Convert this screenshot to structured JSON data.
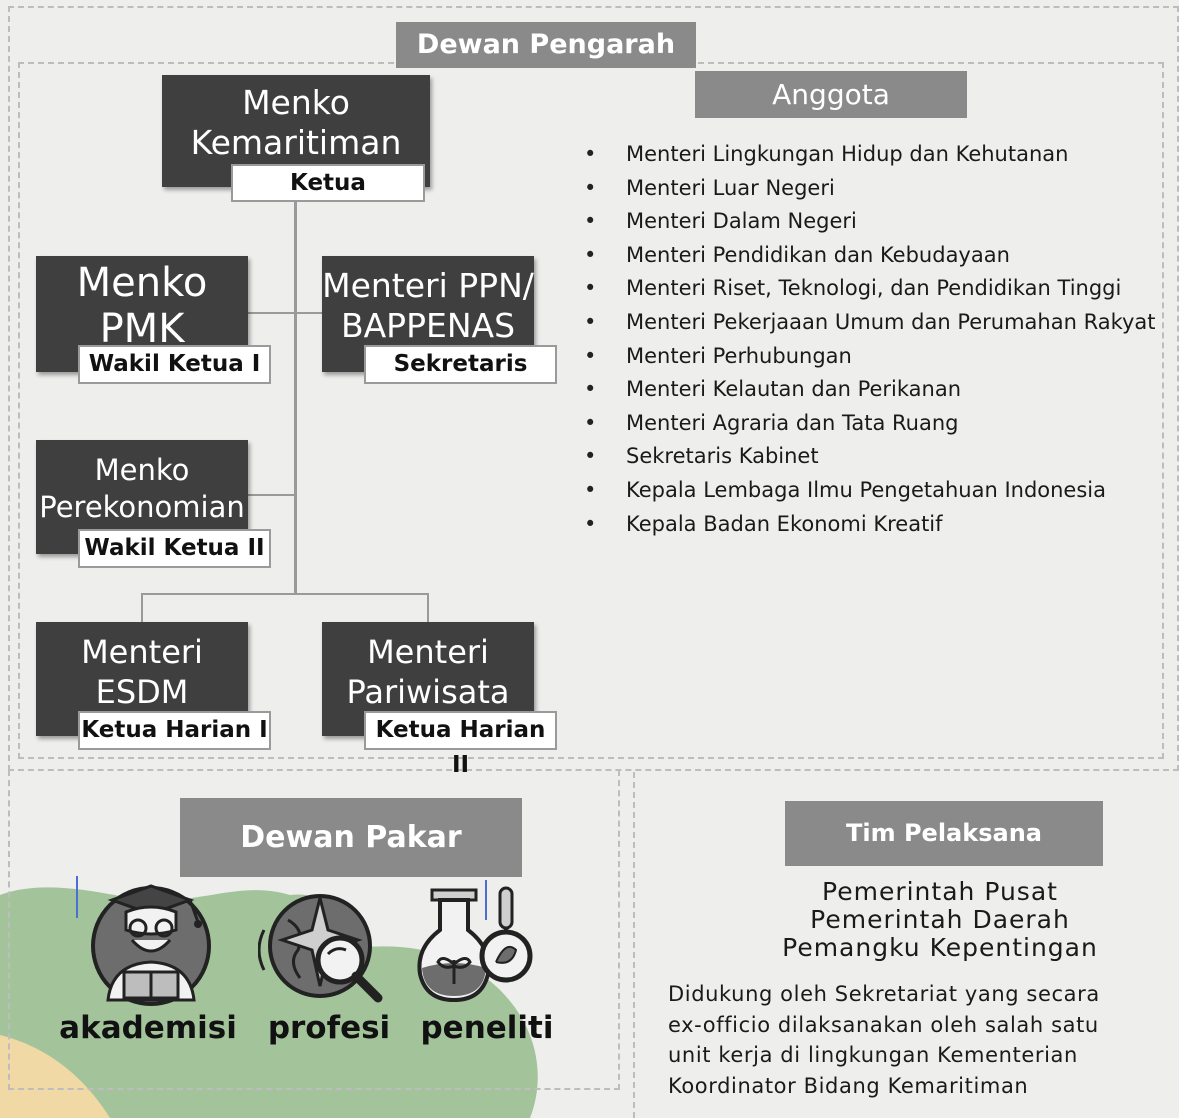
{
  "dewan_pengarah": {
    "title": "Dewan Pengarah",
    "chair": {
      "name_line1": "Menko",
      "name_line2": "Kemaritiman",
      "role": "Ketua"
    },
    "vice1": {
      "name_line1": "Menko",
      "name_line2": "PMK",
      "role": "Wakil Ketua I"
    },
    "secretary": {
      "name_line1": "Menteri PPN/",
      "name_line2": "BAPPENAS",
      "role": "Sekretaris"
    },
    "vice2": {
      "name_line1": "Menko",
      "name_line2": "Perekonomian",
      "role": "Wakil Ketua II"
    },
    "daily1": {
      "name_line1": "Menteri",
      "name_line2": "ESDM",
      "role": "Ketua Harian I"
    },
    "daily2": {
      "name_line1": "Menteri",
      "name_line2": "Pariwisata",
      "role": "Ketua Harian II"
    }
  },
  "anggota": {
    "title": "Anggota",
    "members": [
      "Menteri Lingkungan  Hidup dan Kehutanan",
      "Menteri Luar Negeri",
      "Menteri  Dalam  Negeri",
      "Menteri Pendidikan dan Kebudayaan",
      "Menteri  Riset,  Teknologi, dan Pendidikan Tinggi",
      "Menteri Pekerjaaan Umum dan Perumahan Rakyat",
      "Menteri Perhubungan",
      "Menteri  Kelautan  dan Perikanan",
      "Menteri Agraria dan Tata Ruang",
      "Sekretaris  Kabinet",
      "Kepala Lembaga Ilmu Pengetahuan Indonesia",
      "Kepala Badan  Ekonomi Kreatif"
    ]
  },
  "dewan_pakar": {
    "title": "Dewan Pakar",
    "experts": [
      {
        "label": "akademisi",
        "icon": "academic-icon"
      },
      {
        "label": "profesi",
        "icon": "globe-search-icon"
      },
      {
        "label": "peneliti",
        "icon": "lab-flask-icon"
      }
    ]
  },
  "tim_pelaksana": {
    "title": "Tim Pelaksana",
    "lines": [
      "Pemerintah  Pusat",
      "Pemerintah  Daerah",
      "Pemangku Kepentingan"
    ],
    "description": [
      "Didukung  oleh   Sekretariat  yang  secara",
      "ex-officio dilaksanakan oleh  salah satu",
      "unit kerja  di  lingkungan Kementerian",
      "Koordinator Bidang Kemaritiman"
    ]
  },
  "colors": {
    "dark_box": "#3f3f3f",
    "header_bar": "#8a8a8a",
    "blob_green": "#a3c49b",
    "blob_sand": "#f0d9a4"
  }
}
